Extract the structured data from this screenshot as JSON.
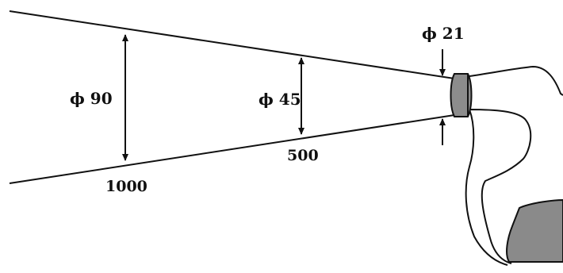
{
  "diagram": {
    "labels": {
      "diam_far": "ϕ 90",
      "diam_mid": "ϕ 45",
      "diam_near": "ϕ 21",
      "dist_far": "1000",
      "dist_mid": "500"
    },
    "colors": {
      "line": "#111111",
      "fill_lens": "#8c8c8c",
      "fill_grip": "#8a8a8a",
      "background": "#ffffff"
    }
  }
}
